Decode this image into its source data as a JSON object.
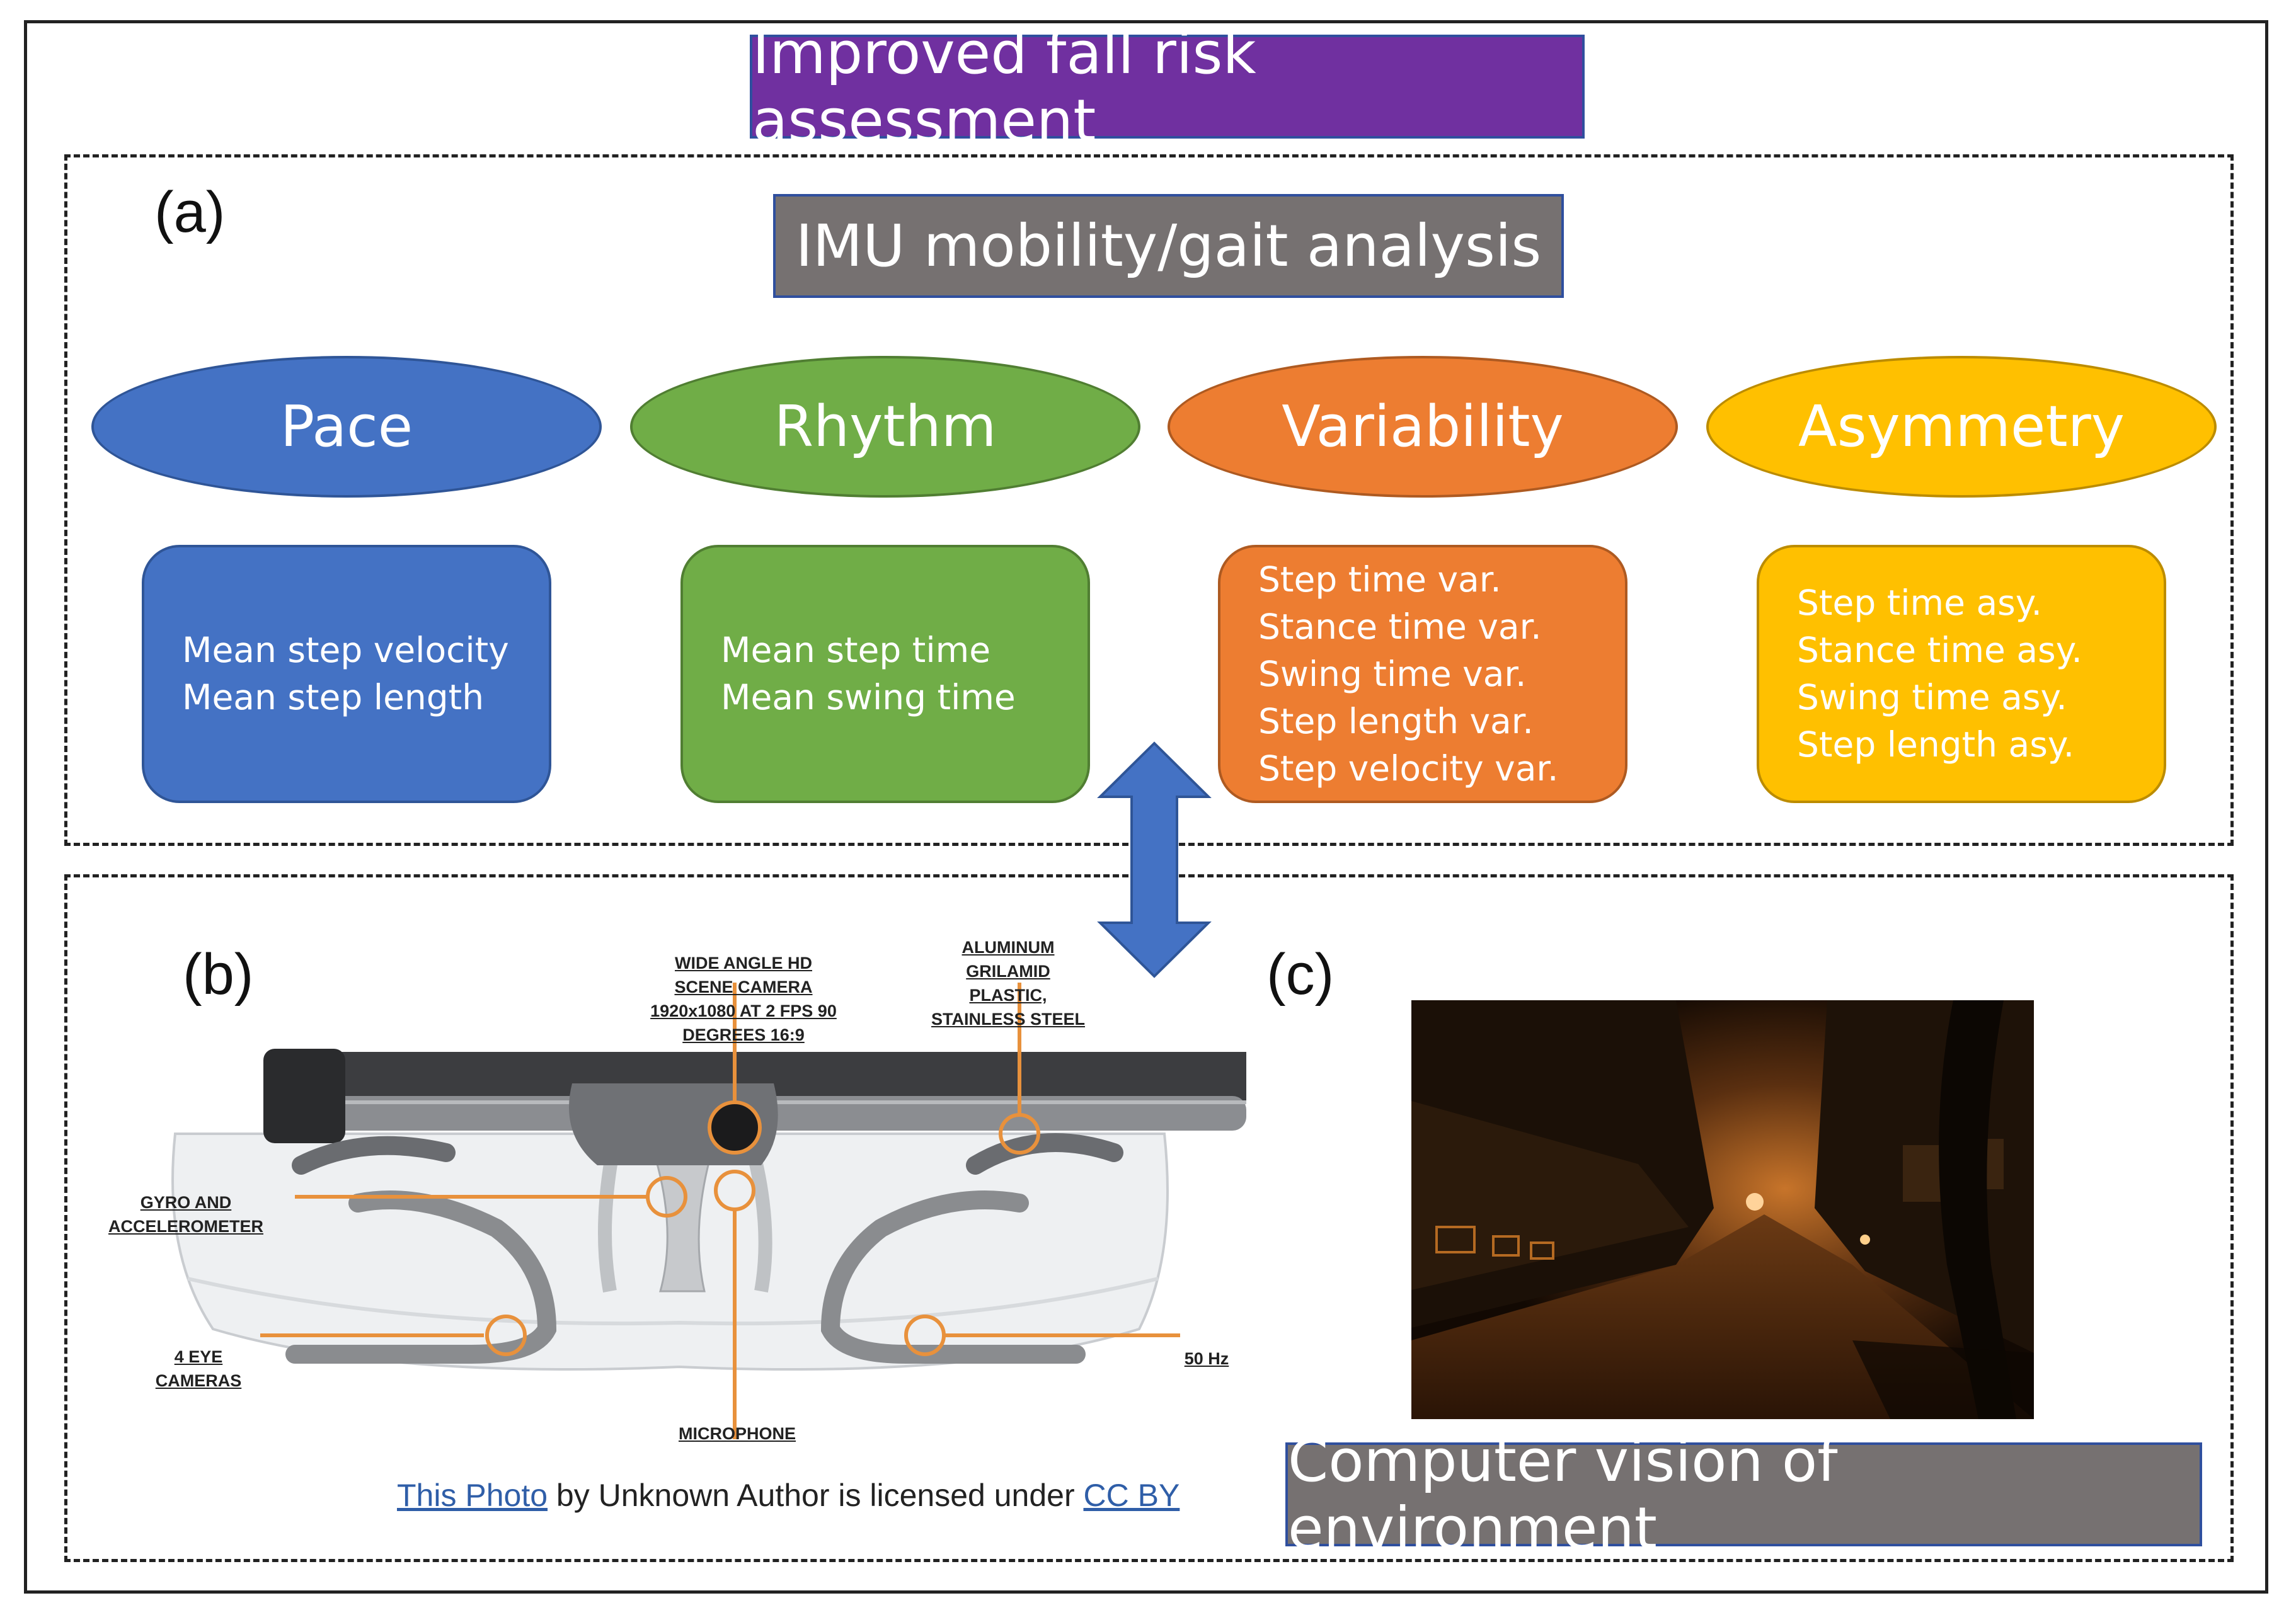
{
  "title": "Improved fall risk assessment",
  "panel_a": {
    "letter": "(a)",
    "heading": "IMU mobility/gait analysis",
    "domains": [
      {
        "name": "Pace",
        "color": "#4472c4",
        "items": [
          "Mean step velocity",
          "Mean step length"
        ]
      },
      {
        "name": "Rhythm",
        "color": "#70ad47",
        "items": [
          "Mean step time",
          "Mean swing time"
        ]
      },
      {
        "name": "Variability",
        "color": "#ed7d31",
        "items": [
          "Step time var.",
          "Stance time var.",
          "Swing time var.",
          "Step length var.",
          "Step velocity var."
        ]
      },
      {
        "name": "Asymmetry",
        "color": "#ffc000",
        "items": [
          "Step time asy.",
          "Stance time asy.",
          "Swing time asy.",
          "Step length asy."
        ]
      }
    ]
  },
  "panel_b": {
    "letter": "(b)",
    "labels": {
      "camera": [
        "WIDE ANGLE HD",
        "SCENE CAMERA",
        "1920x1080 AT 2 FPS 90",
        "DEGREES 16:9"
      ],
      "material": [
        "ALUMINUM",
        "GRILAMID",
        "PLASTIC,",
        "STAINLESS STEEL"
      ],
      "gyro": [
        "GYRO AND",
        "ACCELEROMETER"
      ],
      "eye_cameras": [
        "4 EYE",
        "CAMERAS"
      ],
      "microphone": "MICROPHONE",
      "rate": "50 Hz"
    },
    "attribution": {
      "link1": "This Photo",
      "middle": " by Unknown Author is licensed under ",
      "link2": "CC BY"
    }
  },
  "panel_c": {
    "letter": "(c)",
    "caption": "Computer vision of environment"
  },
  "colors": {
    "title_bg": "#7030a0",
    "heading_bg": "#767171",
    "box_border": "#2f4f9e",
    "arrow": "#4472c4",
    "callout": "#e8913c"
  }
}
